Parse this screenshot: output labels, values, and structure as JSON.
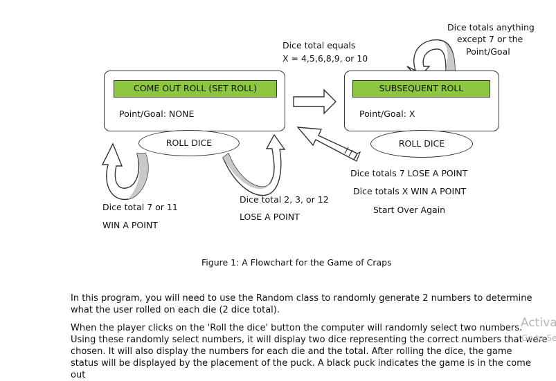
{
  "flowchart": {
    "left_state": {
      "title": "COME OUT ROLL (SET ROLL)",
      "point_label": "Point/Goal:  NONE",
      "roll": "ROLL DICE"
    },
    "right_state": {
      "title": "SUBSEQUENT ROLL",
      "point_label": "Point/Goal:  X",
      "roll": "ROLL DICE"
    },
    "transition": {
      "line1": "Dice total equals",
      "line2": "X = 4,5,6,8,9, or 10"
    },
    "loop_right": {
      "line1": "Dice totals anything",
      "line2": "except 7 or the",
      "line3": "Point/Goal"
    },
    "win_loop": {
      "line1": "Dice total 7 or 11",
      "line2": "WIN A POINT"
    },
    "lose_loop": {
      "line1": "Dice total 2, 3, or 12",
      "line2": "LOSE A POINT"
    },
    "return": {
      "line1": "Dice totals 7 LOSE A POINT",
      "line2": "Dice totals X WIN A POINT",
      "line3": "Start Over Again"
    },
    "caption": "Figure 1:  A Flowchart for the Game of Craps"
  },
  "body": {
    "p1_l1": "In this program, you will need to use the Random class to randomly generate 2 numbers to determine",
    "p1_l2": "what the user rolled on each die (2 dice total).",
    "p2_l1": "When the player clicks on the 'Roll the dice' button the computer will randomly select two numbers.",
    "p2_l2": "Using these randomly select numbers, it will display two dice representing the correct numbers that were",
    "p2_l3": "chosen.  It will also display the numbers for each die and the total.  After rolling the dice, the game",
    "p2_l4": "status will be displayed by the placement of the puck.  A black puck indicates the game is in the come out"
  },
  "watermark": {
    "line1": "Activat",
    "line2": "Go to Se"
  }
}
